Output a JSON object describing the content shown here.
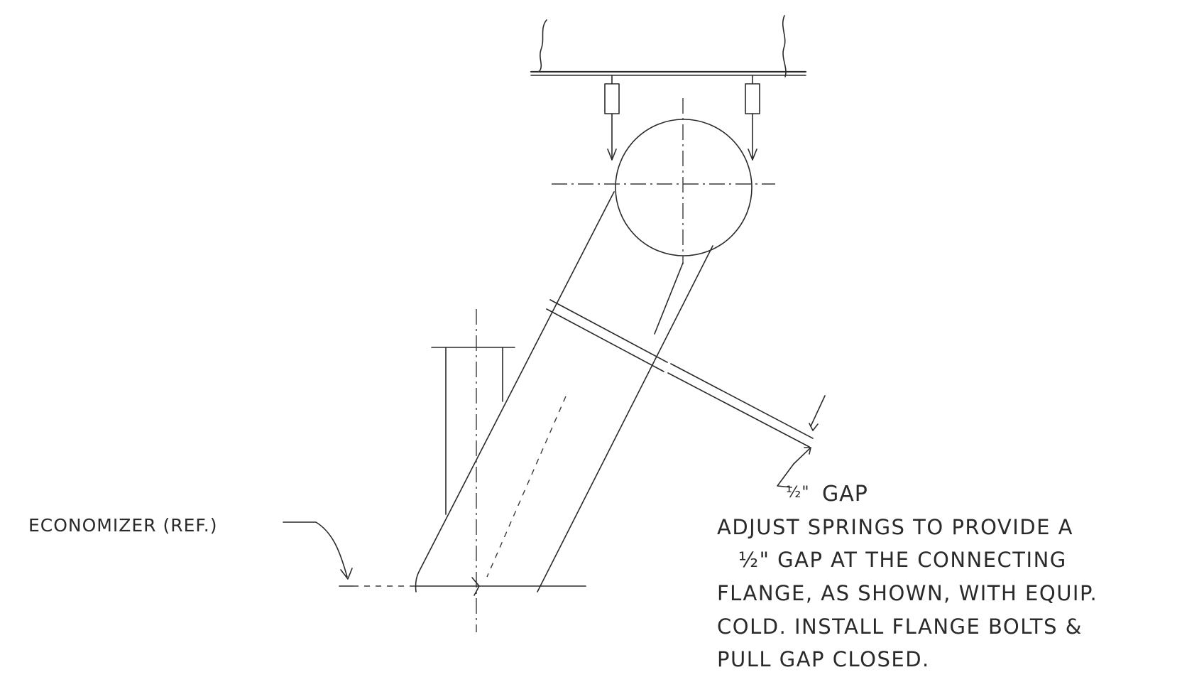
{
  "labels": {
    "economizer": "ECONOMIZER (REF.)",
    "gap_fraction": "½\"",
    "gap_word": "GAP"
  },
  "note": {
    "lines": [
      "ADJUST SPRINGS TO PROVIDE A",
      "½\" GAP AT THE CONNECTING",
      "FLANGE, AS SHOWN, WITH EQUIP.",
      "COLD. INSTALL FLANGE BOLTS &",
      "PULL GAP CLOSED."
    ]
  },
  "colors": {
    "ink": "#2a2a2a",
    "paper": "#ffffff"
  }
}
